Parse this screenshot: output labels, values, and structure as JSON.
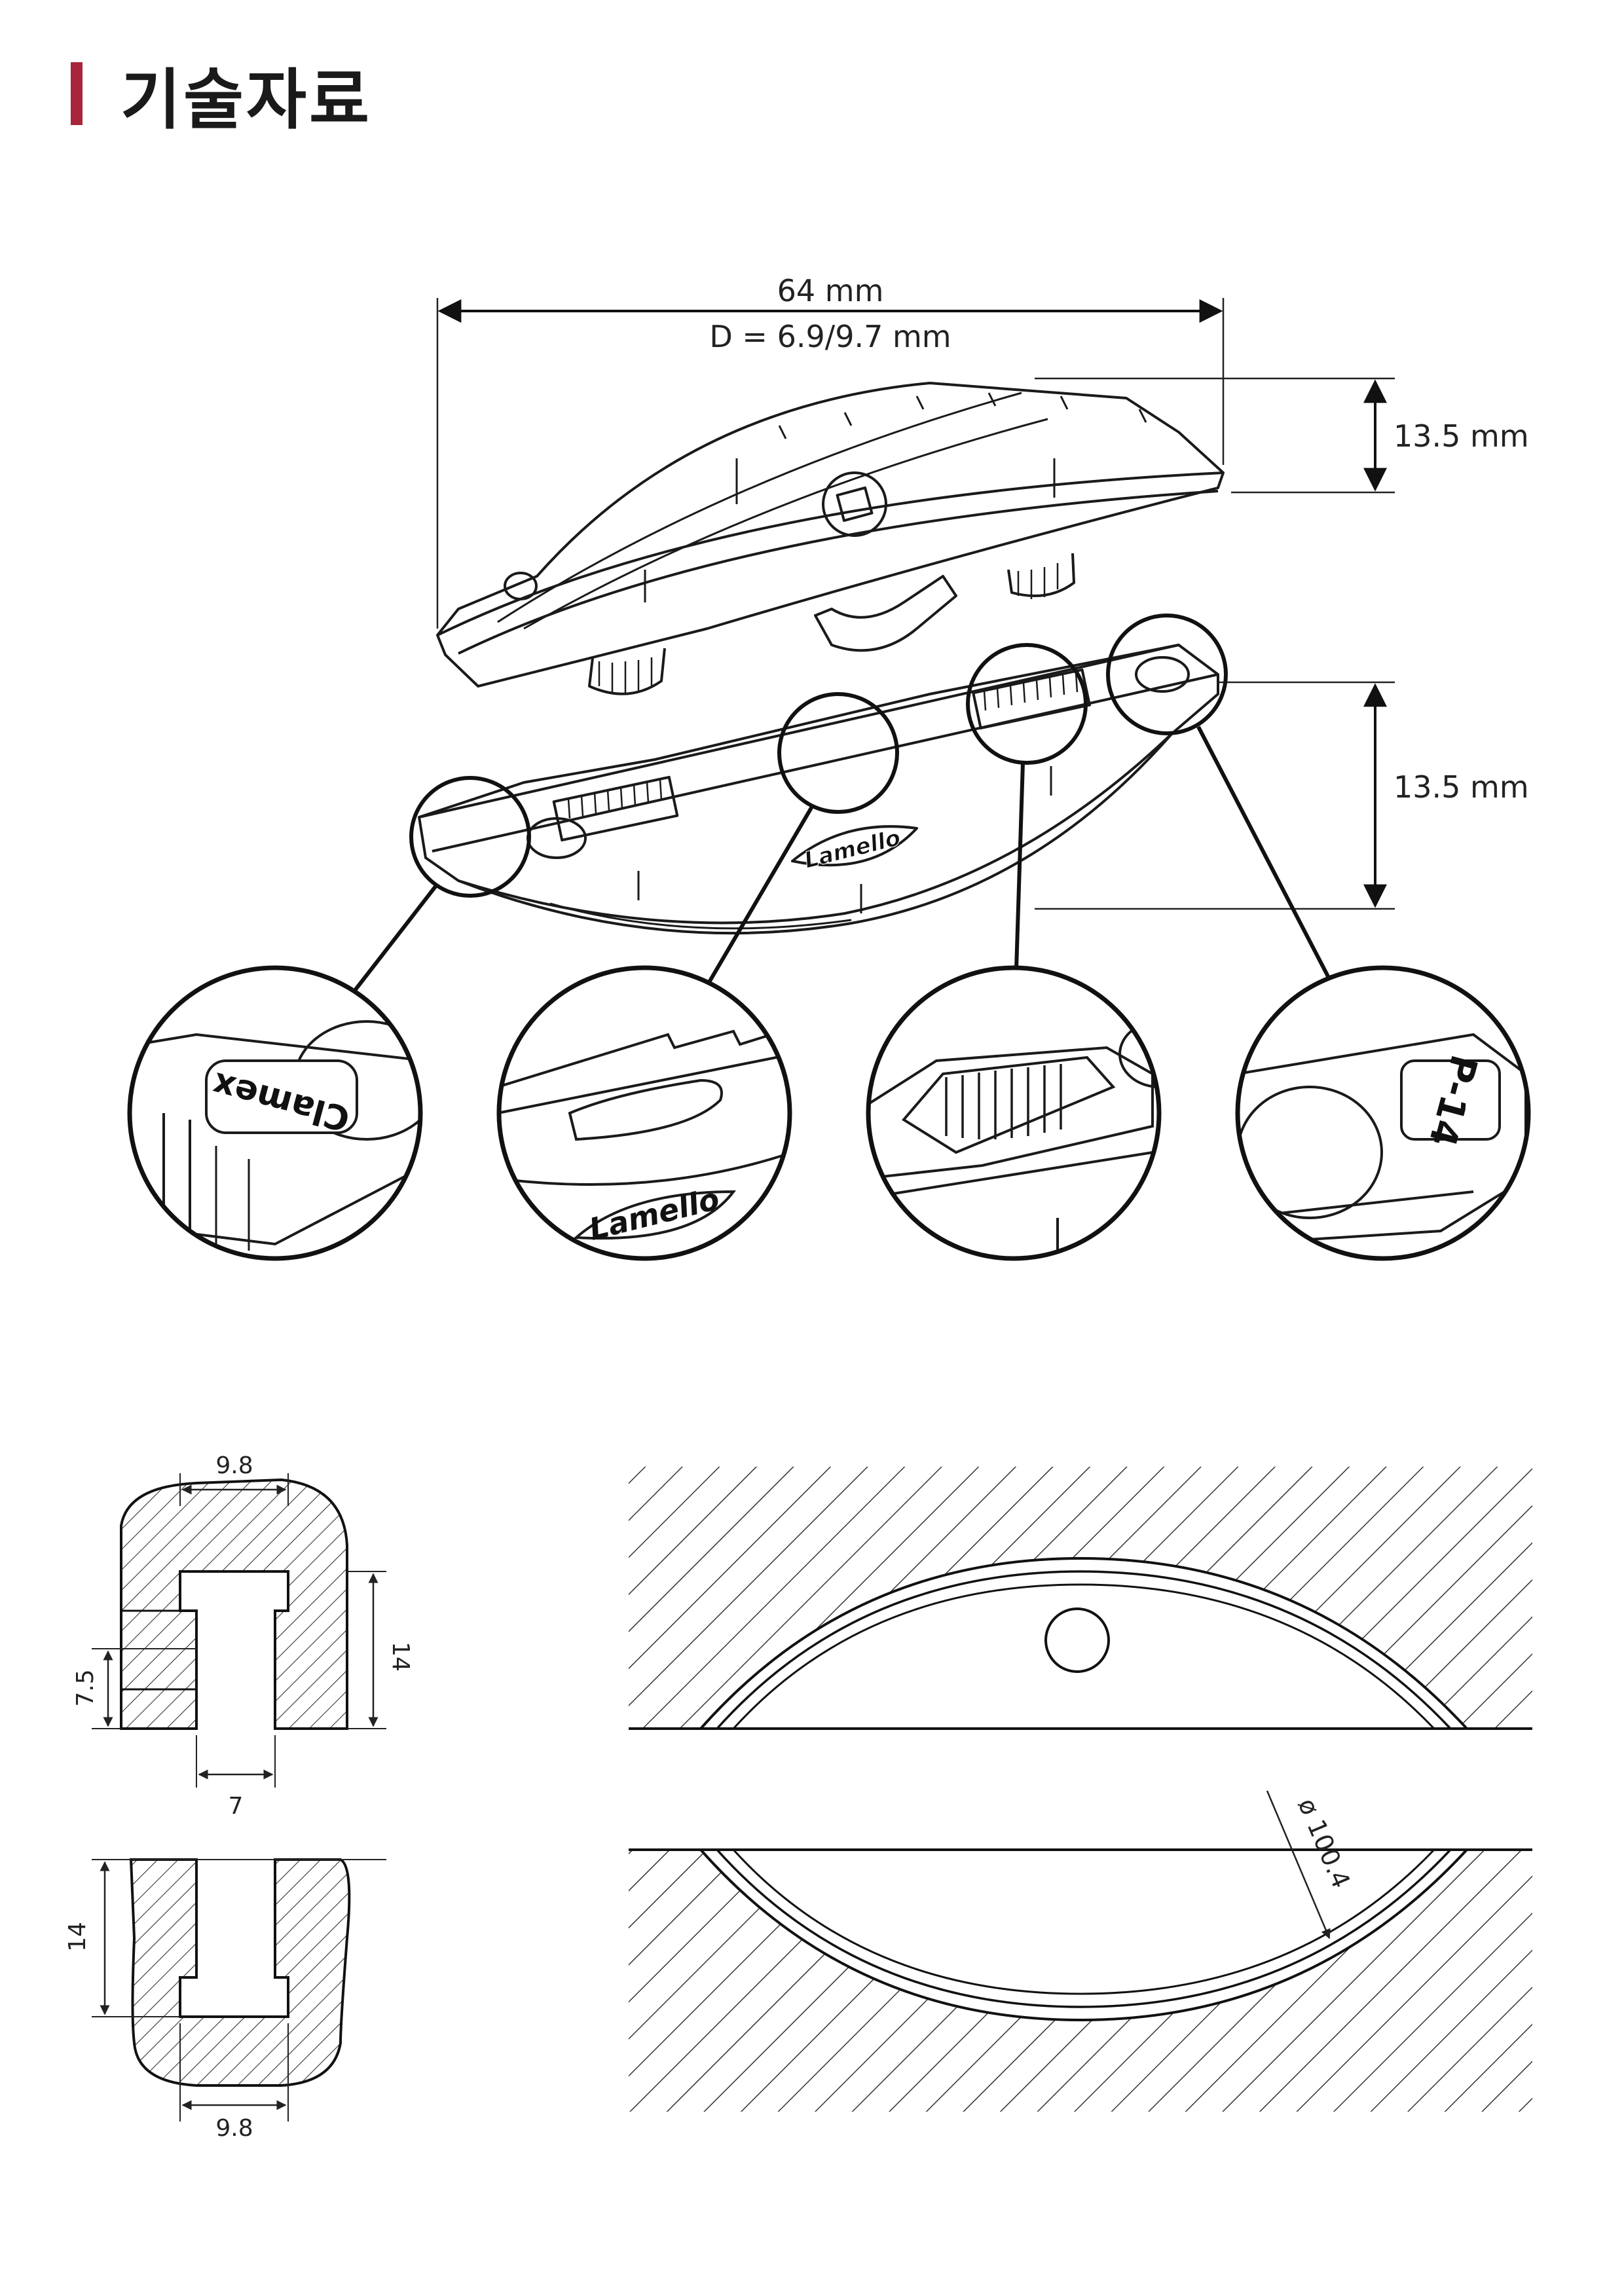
{
  "page": {
    "title": "기술자료",
    "accent_color": "#a8253a"
  },
  "top_figure": {
    "length_label": "64 mm",
    "depth_label": "D = 6.9/9.7 mm",
    "height_label_top": "13.5 mm",
    "height_label_bottom": "13.5 mm",
    "brand_mark": "Lamello",
    "detail_label_left": "Clamex",
    "detail_label_right": "P-14",
    "detail_brand": "Lamello"
  },
  "profile_drawings": {
    "top_width": "9.8",
    "top_height": "14",
    "top_offset": "7.5",
    "top_slot": "7",
    "bottom_height": "14",
    "bottom_width": "9.8"
  },
  "groove_drawing": {
    "diameter_label": "ø 100.4"
  }
}
